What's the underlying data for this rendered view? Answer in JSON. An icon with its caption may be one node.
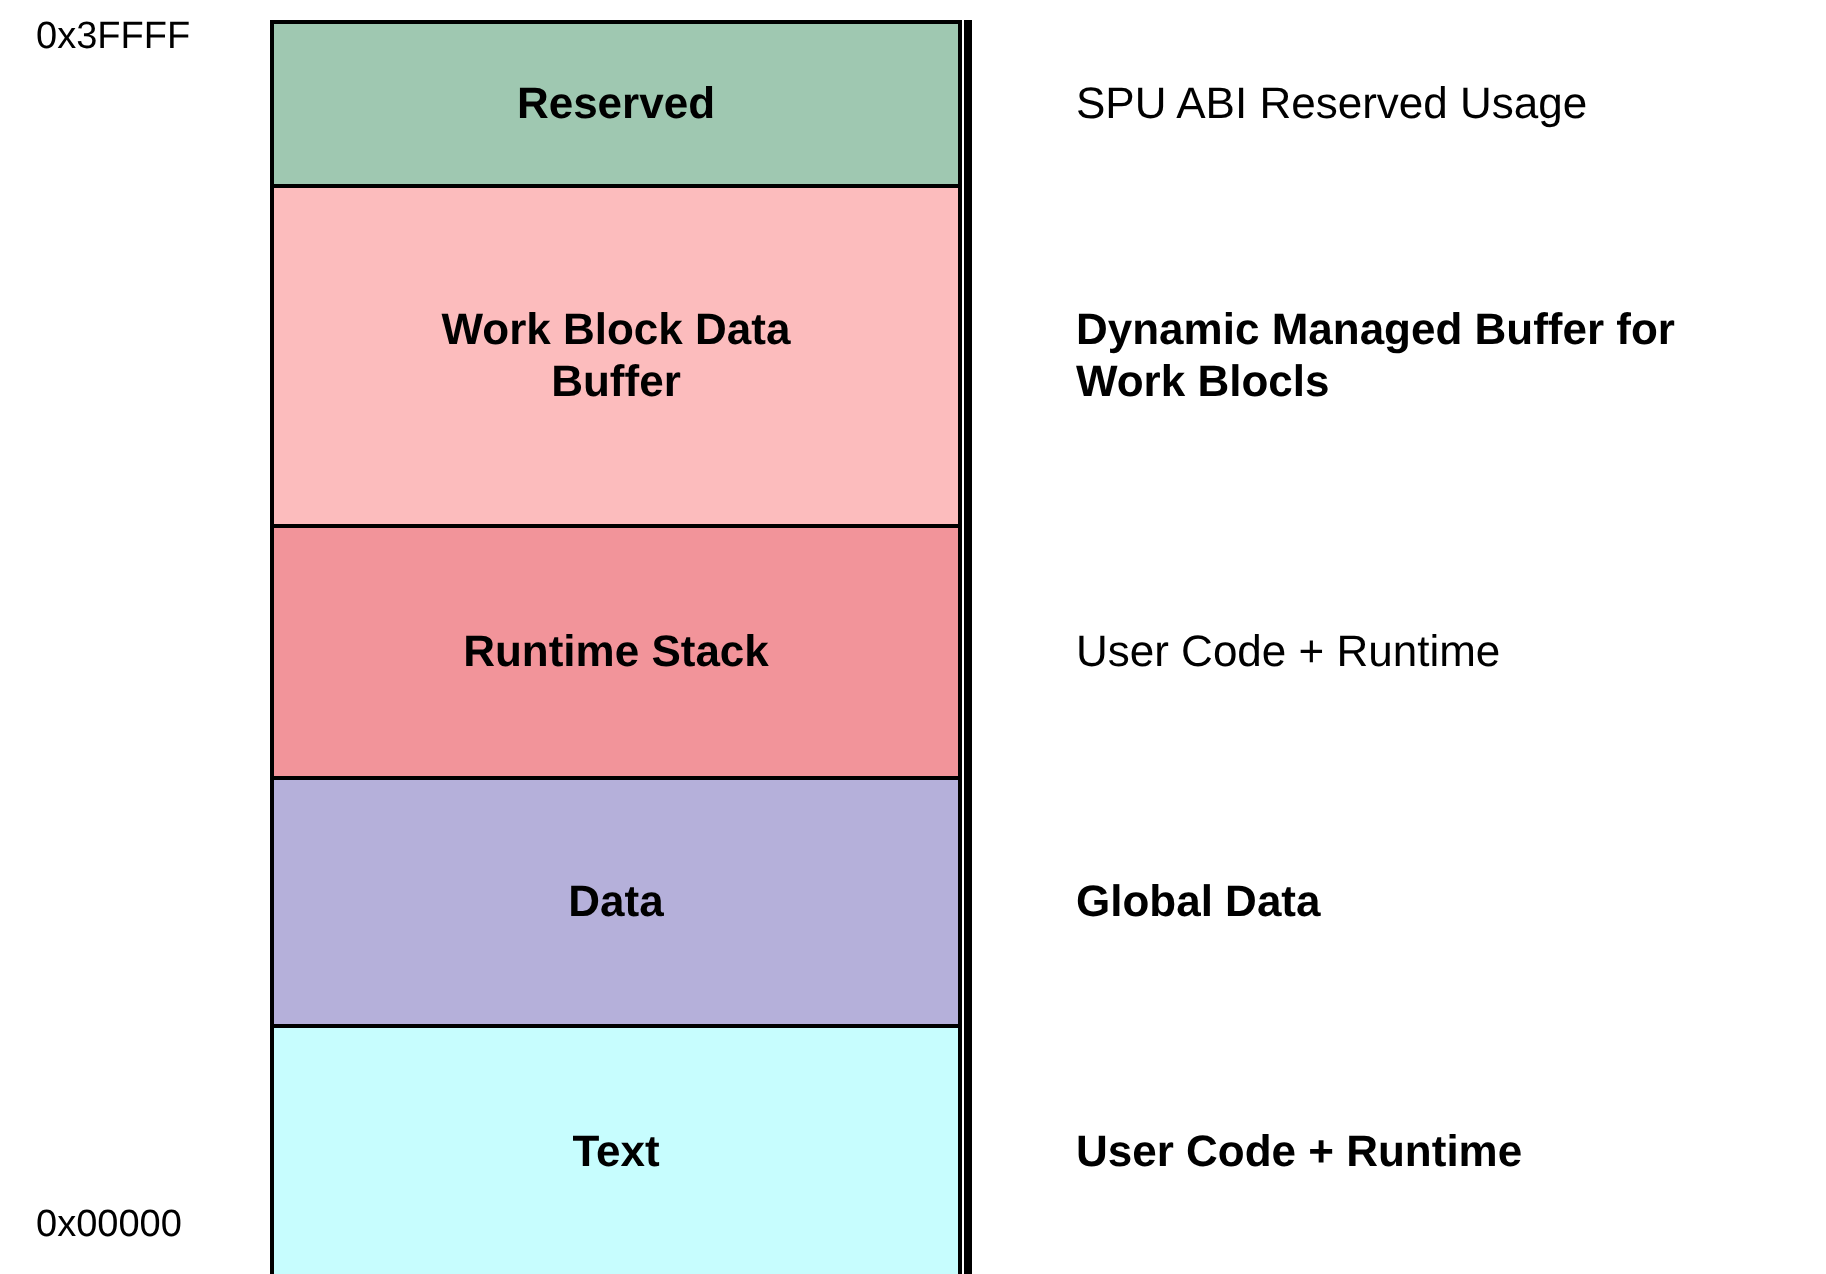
{
  "diagram": {
    "nodes": [
      {
        "text": [
          "Reserved"
        ],
        "beside": [
          "SPU ABI Reserved Usage"
        ]
      },
      {
        "text": [
          "Work Block Data Buffer"
        ],
        "beside": [
          "Dynamic Managed Buffer for Work Blocls"
        ]
      },
      {
        "text": [
          "Runtime Stack"
        ],
        "beside": [
          "User Code + Runtime"
        ]
      },
      {
        "text": [
          "Data"
        ],
        "beside": [
          "Global Data"
        ]
      },
      {
        "text": [
          "Text"
        ],
        "beside": [
          "User Code + Runtime"
        ]
      }
    ],
    "labels": [
      "0x3FFFF",
      "0x00000"
    ]
  }
}
